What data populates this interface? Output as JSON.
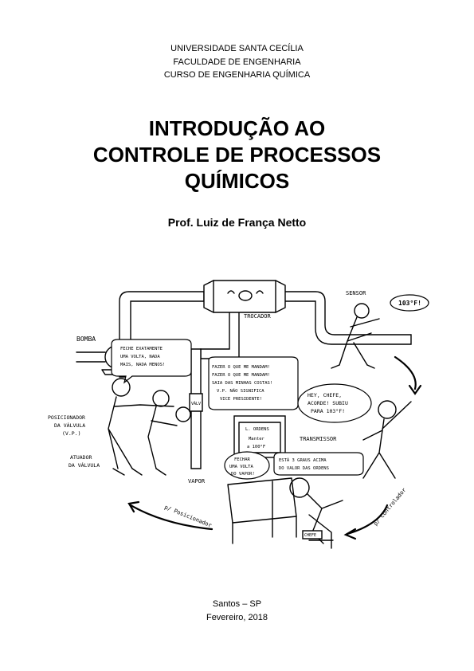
{
  "header": {
    "university": "UNIVERSIDADE SANTA CECÍLIA",
    "faculty": "FACULDADE DE ENGENHARIA",
    "course": "CURSO DE ENGENHARIA QUÍMICA"
  },
  "title": {
    "line1": "INTRODUÇÃO AO",
    "line2": "CONTROLE DE PROCESSOS",
    "line3": "QUÍMICOS"
  },
  "author": "Prof. Luiz de França Netto",
  "illustration": {
    "sensor": "SENSOR",
    "reading": "103°F!",
    "trocador": "TROCADOR",
    "bomba": "BOMBA",
    "speech_vp_1": "FECHE EXATAMENTE",
    "speech_vp_2": "UMA VOLTA, NADA",
    "speech_vp_3": "MAIS, NADA MENOS!",
    "speech_valve_1": "FAZER O QUE ME MANDAM!",
    "speech_valve_2": "FAZER O QUE ME MANDAM!",
    "speech_valve_3": "SAIA DAS MINHAS COSTAS!",
    "speech_valve_4": "V.P. NÃO SIGNIFICA",
    "speech_valve_5": "VICE PRESIDENTE!",
    "valve_label": "VÁLV",
    "posicionador_1": "POSICIONADOR",
    "posicionador_2": "DA VÁLVULA",
    "posicionador_3": "(V.P.)",
    "atuador_1": "ATUADOR",
    "atuador_2": "DA VÁLVULA",
    "vapor": "VAPOR",
    "speech_transmitter_1": "HEY, CHEFE,",
    "speech_transmitter_2": "ACORDE! SUBIU",
    "speech_transmitter_3": "PARA 103°F!",
    "transmissor": "TRANSMISSOR",
    "board_1": "L. ORDENS",
    "board_2": "Manter",
    "board_3": "a 100°F",
    "speech_chief_1": "FECHAR",
    "speech_chief_2": "UMA VOLTA",
    "speech_chief_3": "DO VAPOR!",
    "speech_error_1": "ESTÁ 3 GRAUS ACIMA",
    "speech_error_2": "DO VALOR DAS ORDENS",
    "chefe": "CHEFE",
    "arrow_left": "p/ Posicionador",
    "arrow_right": "p/ Controlador"
  },
  "footer": {
    "place": "Santos – SP",
    "date": "Fevereiro, 2018"
  }
}
